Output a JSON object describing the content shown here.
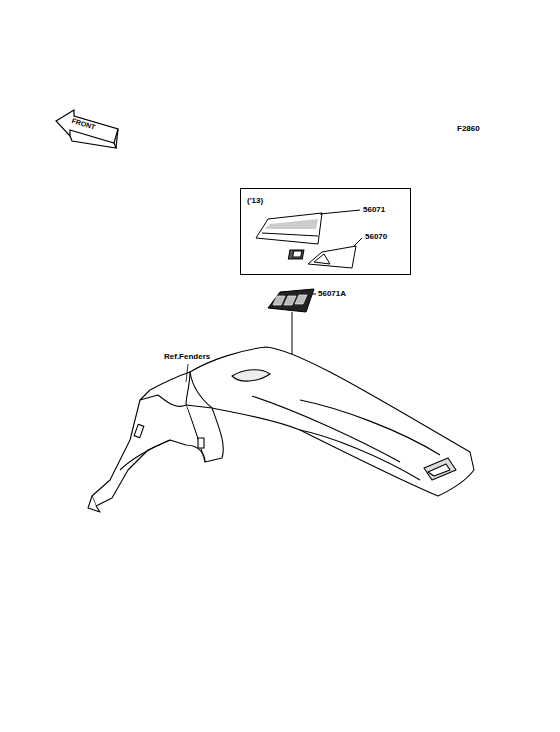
{
  "diagram": {
    "nodes": [
      {
        "text": [
          "('13)"
        ]
      }
    ],
    "labels": [
      "F2860",
      "FRONT",
      "56071",
      "56070",
      "56071A",
      "Ref.Fenders"
    ]
  }
}
